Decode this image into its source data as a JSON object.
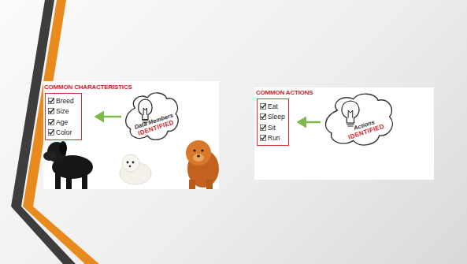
{
  "diagram": {
    "nodes": [
      {
        "text": [
          "COMMON CHARACTERISTICS",
          "Breed",
          "Size",
          "Age",
          "Color"
        ]
      },
      {
        "text": [
          "Data Members",
          "IDENTIFIED"
        ]
      },
      {
        "text": [
          "COMMON ACTIONS",
          "Eat",
          "Sleep",
          "Sit",
          "Run"
        ]
      },
      {
        "text": [
          "Actions",
          "IDENTIFIED"
        ]
      }
    ],
    "edges": [
      {
        "from": 1,
        "to": 0,
        "arrow": "to"
      },
      {
        "from": 3,
        "to": 2,
        "arrow": "to"
      }
    ]
  }
}
